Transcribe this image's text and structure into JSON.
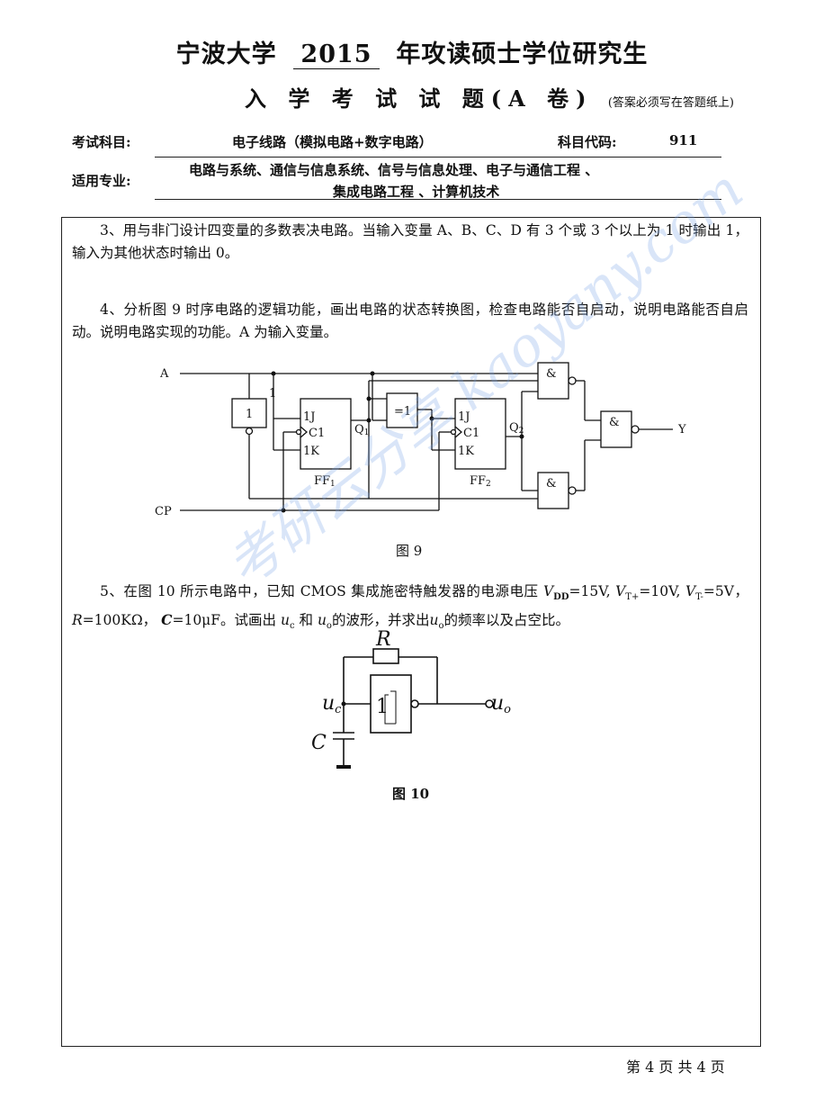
{
  "header": {
    "school": "宁波大学",
    "year": "2015",
    "title_rest": "年攻读硕士学位研究生",
    "exam_title": "入 学 考 试 试 题(A 卷)",
    "exam_note": "(答案必须写在答题纸上)",
    "subject_label": "考试科目:",
    "subject_value": "电子线路（模拟电路+数字电路）",
    "code_label": "科目代码:",
    "code_value": "911",
    "major_label": "适用专业:",
    "major_line1": "电路与系统、通信与信息系统、信号与信息处理、电子与通信工程 、",
    "major_line2": "集成电路工程 、计算机技术"
  },
  "questions": {
    "q3": "3、用与非门设计四变量的多数表决电路。当输入变量 A、B、C、D 有 3 个或 3 个以上为 1 时输出 1，输入为其他状态时输出 0。",
    "q4": "4、分析图 9 时序电路的逻辑功能，画出电路的状态转换图，检查电路能否自启动，说明电路能否自启动。说明电路实现的功能。A 为输入变量。",
    "q5_part1": "5、在图 10 所示电路中，已知 CMOS 集成施密特触发器的电源电压",
    "q5_vdd": "V",
    "q5_vdd_sub": "DD",
    "q5_vdd_val": "=15V,",
    "q5_vtp": "V",
    "q5_vtp_sub": "T+",
    "q5_vtp_val": "=10V,",
    "q5_vtm": "V",
    "q5_vtm_sub": "T-",
    "q5_vtm_val": "=5V，",
    "q5_r": "R",
    "q5_r_val": "=100KΩ，",
    "q5_c": "C",
    "q5_c_val": "=10μF。试画出",
    "q5_uc": "u",
    "q5_uc_sub": "c",
    "q5_and": "和",
    "q5_uo": "u",
    "q5_uo_sub": "o",
    "q5_mid": "的波形，并求出",
    "q5_uo2": "u",
    "q5_uo2_sub": "o",
    "q5_end": "的频率以及占空比。"
  },
  "fig9": {
    "caption": "图 9",
    "input_a": "A",
    "input_cp": "CP",
    "output_y": "Y",
    "buf_label": "1",
    "one_label": "1",
    "ff1_name": "FF",
    "ff1_sub": "1",
    "ff2_name": "FF",
    "ff2_sub": "2",
    "j": "1J",
    "c": "C1",
    "k": "1K",
    "q1": "Q",
    "q1_sub": "1",
    "q2": "Q",
    "q2_sub": "2",
    "xor_label": "=1",
    "nand_label": "&"
  },
  "fig10": {
    "caption": "图 10",
    "r_label": "R",
    "c_label": "C",
    "uc": "u",
    "uc_sub": "c",
    "uo": "u",
    "uo_sub": "o",
    "gate_label": "1"
  },
  "watermark": "考研云分享 kaoyany.com",
  "footer": "第 4 页 共 4 页"
}
